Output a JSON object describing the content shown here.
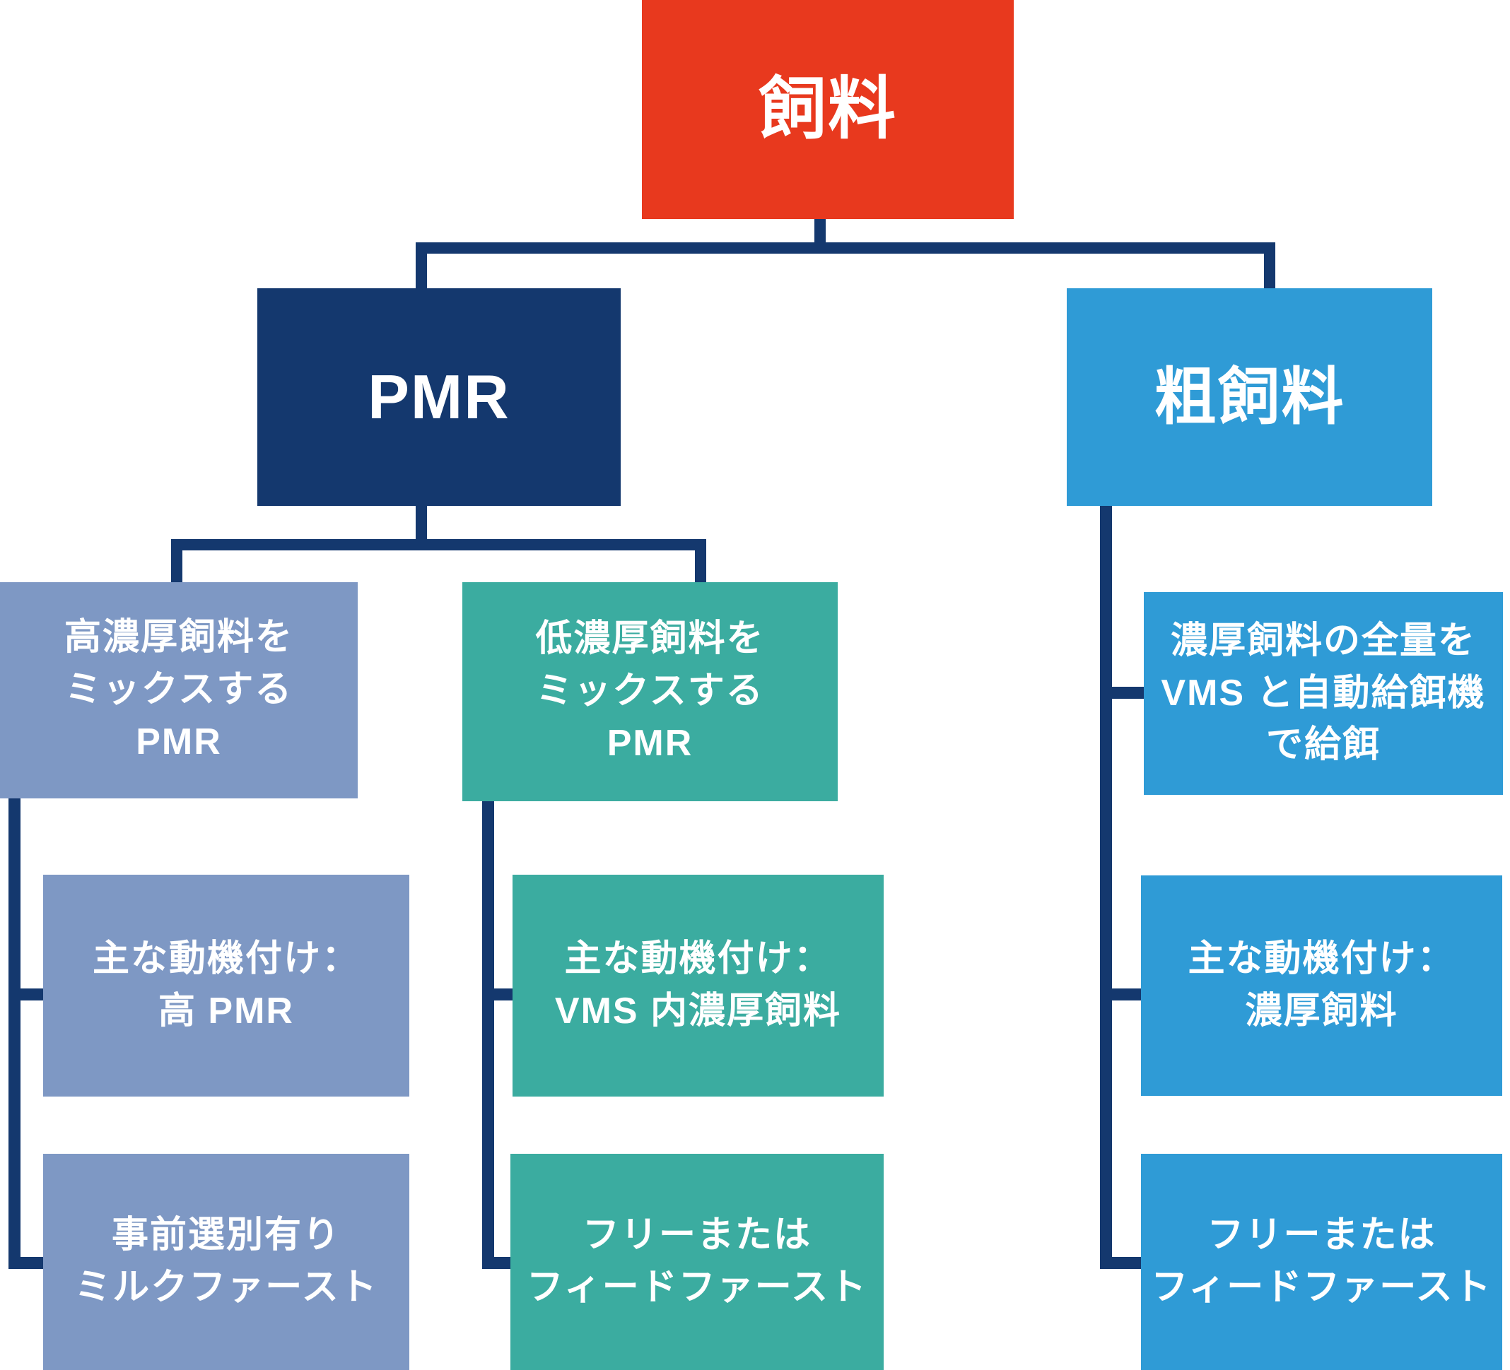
{
  "palette": {
    "root_red": "#E8391E",
    "pmr_navy": "#14386E",
    "roughage_blue": "#2F9BD6",
    "pmr_high_steel_blue": "#7E98C4",
    "pmr_low_teal": "#3BACA0",
    "connector_navy": "#14386E",
    "text_white": "#FFFFFF",
    "background": "#FFFFFF"
  },
  "diagram": {
    "type": "flowchart",
    "nodes": {
      "root": {
        "label": "飼料"
      },
      "pmr": {
        "label": "PMR"
      },
      "roughage": {
        "label": "粗飼料"
      },
      "pmr_high": {
        "lines": [
          "高濃厚飼料を",
          "ミックスする",
          "PMR"
        ]
      },
      "pmr_low": {
        "lines": [
          "低濃厚飼料を",
          "ミックスする",
          "PMR"
        ]
      },
      "roughage_feed": {
        "lines": [
          "濃厚飼料の全量を",
          "VMS と自動給餌機",
          "で給餌"
        ]
      },
      "pmr_high_motivation": {
        "lines": [
          "主な動機付け：",
          "高 PMR"
        ]
      },
      "pmr_low_motivation": {
        "lines": [
          "主な動機付け：",
          "VMS 内濃厚飼料"
        ]
      },
      "roughage_motivation": {
        "lines": [
          "主な動機付け：",
          "濃厚飼料"
        ]
      },
      "pmr_high_traffic": {
        "lines": [
          "事前選別有り",
          "ミルクファースト"
        ]
      },
      "pmr_low_traffic": {
        "lines": [
          "フリーまたは",
          "フィードファースト"
        ]
      },
      "roughage_traffic": {
        "lines": [
          "フリーまたは",
          "フィードファースト"
        ]
      }
    },
    "edges": [
      "root->pmr",
      "root->roughage",
      "pmr->pmr_high",
      "pmr->pmr_low",
      "pmr_high->pmr_high_motivation",
      "pmr_high->pmr_high_traffic",
      "pmr_low->pmr_low_motivation",
      "pmr_low->pmr_low_traffic",
      "roughage->roughage_feed",
      "roughage->roughage_motivation",
      "roughage->roughage_traffic"
    ]
  }
}
